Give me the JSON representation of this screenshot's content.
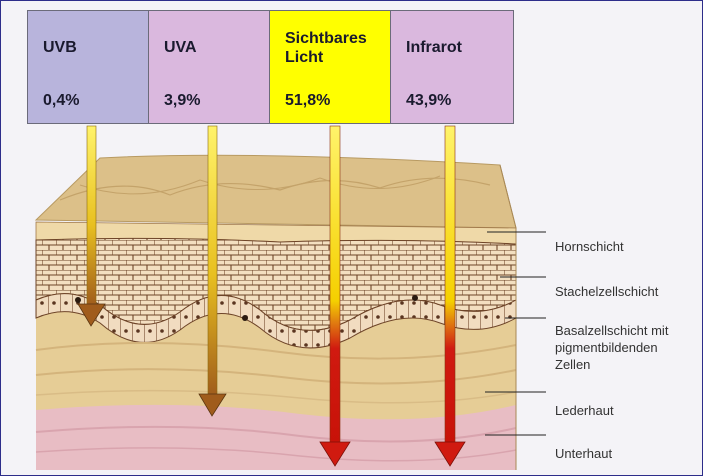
{
  "boxes": [
    {
      "name": "UVB",
      "percent": "0,4%",
      "color": "#b8b4dc"
    },
    {
      "name": "UVA",
      "percent": "3,9%",
      "color": "#dab8de"
    },
    {
      "name": "Sichtbares Licht",
      "name_line1": "Sichtbares",
      "name_line2": "Licht",
      "percent": "51,8%",
      "color": "#ffff00"
    },
    {
      "name": "Infrarot",
      "percent": "43,9%",
      "color": "#dab8de"
    }
  ],
  "layers": {
    "hornschicht": "Hornschicht",
    "stachelzellschicht": "Stachelzellschicht",
    "basal_line1": "Basalzellschicht mit",
    "basal_line2": "pigmentbildenden",
    "basal_line3": "Zellen",
    "lederhaut": "Lederhaut",
    "unterhaut": "Unterhaut"
  },
  "colors": {
    "arrow_yellow": "#f5e000",
    "arrow_brown": "#b06a22",
    "arrow_red": "#d01a10",
    "skin_tan": "#e8cf98",
    "dermis_pink": "#e8bdc4"
  }
}
